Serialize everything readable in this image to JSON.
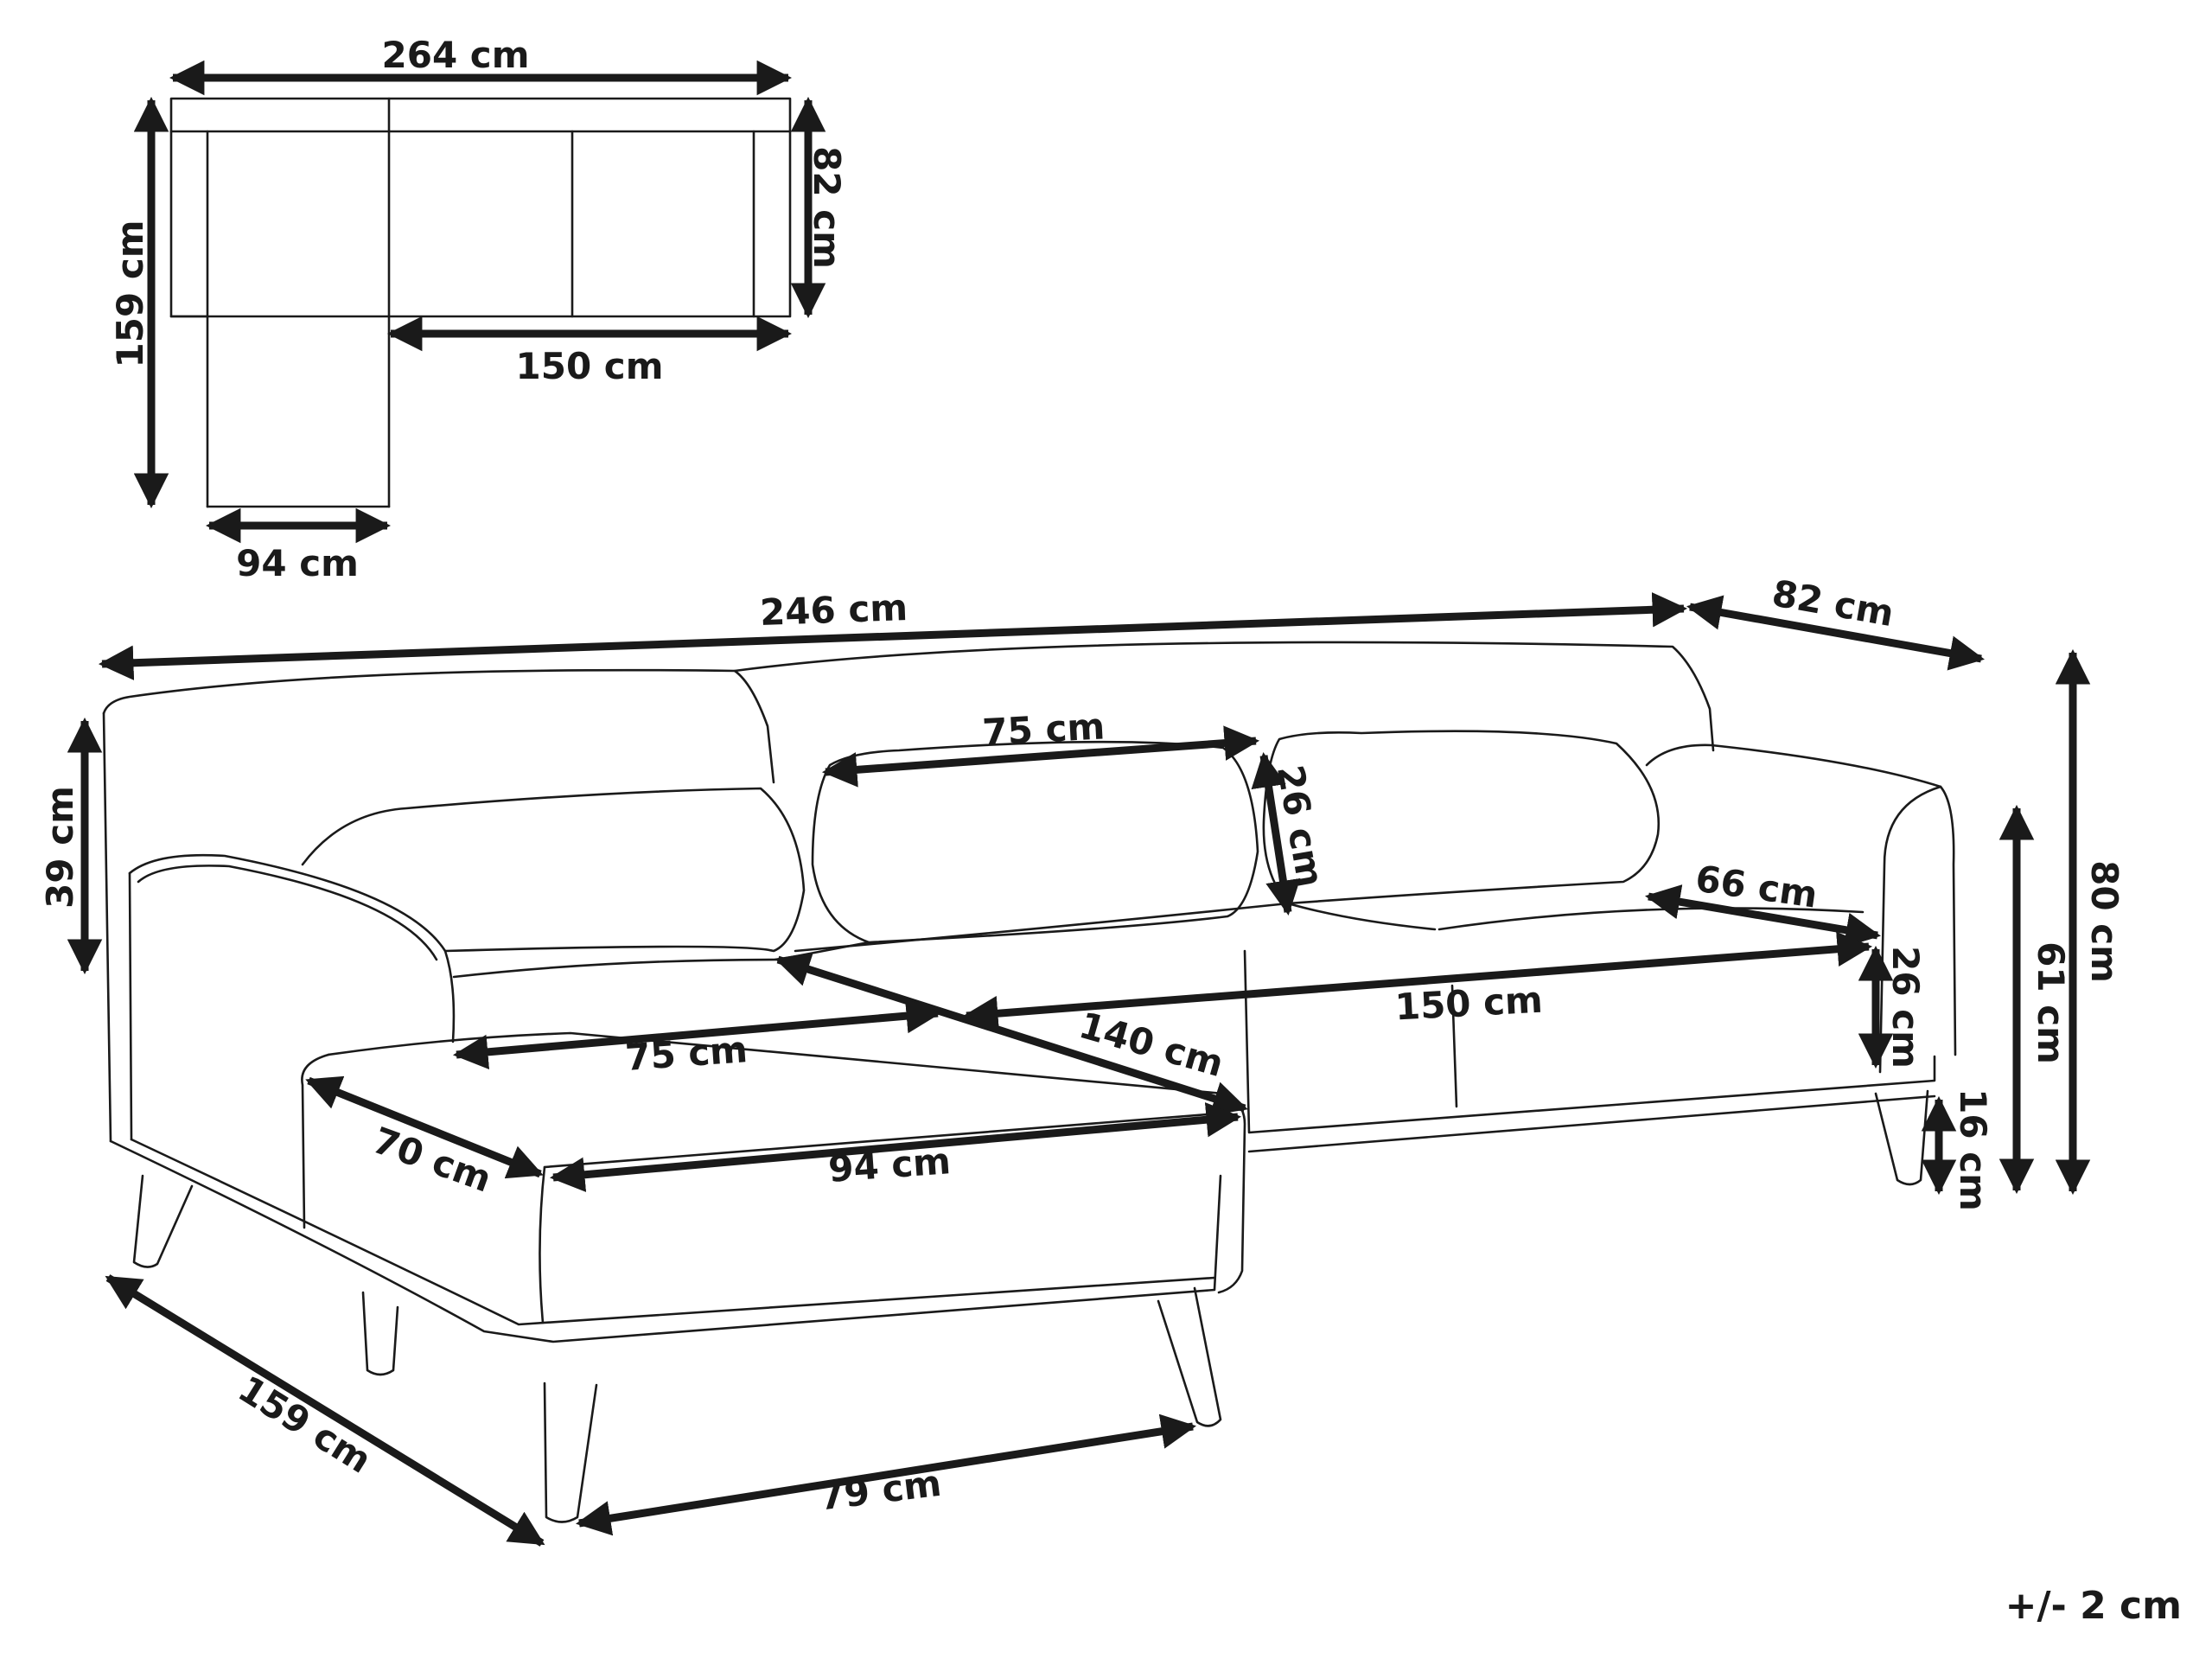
{
  "dimensions": {
    "top_width": "264 cm",
    "top_depth": "159 cm",
    "top_seat_depth": "82 cm",
    "top_main_length": "150 cm",
    "top_chaise_width": "94 cm",
    "overall_length": "246 cm",
    "overall_depth": "82 cm",
    "overall_height": "80 cm",
    "backrest_height": "39 cm",
    "cushion_width": "75 cm",
    "cushion_height": "26 cm",
    "seat_depth": "66 cm",
    "armrest_height": "26 cm",
    "main_seat_width": "150 cm",
    "diagonal_seat": "140 cm",
    "chaise_seat_width": "75 cm",
    "armrest_width": "70 cm",
    "chaise_front_width": "94 cm",
    "seat_height": "61 cm",
    "leg_height": "16 cm",
    "chaise_length": "159 cm",
    "leg_span": "79 cm"
  },
  "tolerance": "+/- 2 cm"
}
